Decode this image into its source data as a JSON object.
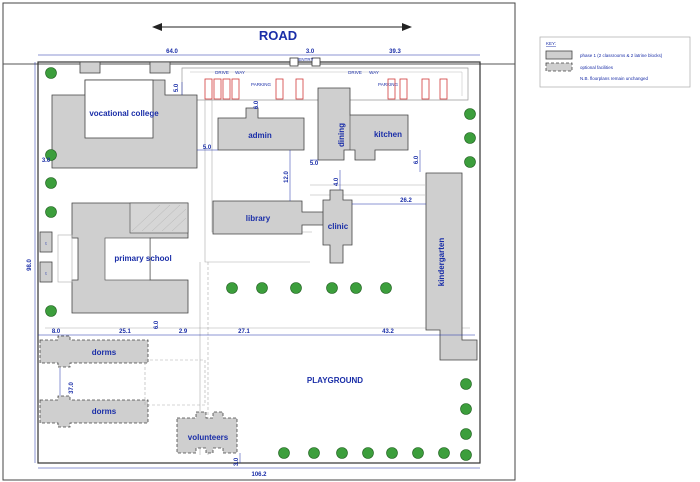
{
  "header": {
    "road": "ROAD"
  },
  "key": {
    "title": "KEY:",
    "items": [
      {
        "label": "phase 1 (2 classrooms & 2 latrine blocks)"
      },
      {
        "label": "optional facilities"
      },
      {
        "label": "N.B. floorplans remain unchanged"
      }
    ]
  },
  "buildings": {
    "vocational_college": "vocational college",
    "admin": "admin",
    "dining": "dining",
    "kitchen": "kitchen",
    "library": "library",
    "clinic": "clinic",
    "primary_school": "primary school",
    "kindergarten": "kindergarten",
    "dorms_1": "dorms",
    "dorms_2": "dorms",
    "volunteers": "volunteers",
    "playground": "PLAYGROUND",
    "toilet_1": "t",
    "toilet_2": "t"
  },
  "driveway": {
    "drive_left": "DRIVE",
    "way_left": "WAY",
    "drive_right": "DRIVE",
    "way_right": "WAY",
    "parking_left": "PARKING",
    "parking_right": "PARKING",
    "entry": "ENTRY"
  },
  "dimensions": {
    "top_left": "64.0",
    "top_mid": "3.0",
    "top_right": "39.3",
    "d_5_0a": "5.0",
    "d_3_0_left": "3.0",
    "d_5_0b": "5.0",
    "d_6_0_admin": "6.0",
    "d_12_0": "12.0",
    "d_5_0c": "5.0",
    "d_4_0": "4.0",
    "d_6_0_kitchen": "6.0",
    "d_26_2": "26.2",
    "d_98_0": "98.0",
    "d_8_0": "8.0",
    "d_25_1": "25.1",
    "d_6_0_school": "6.0",
    "d_2_9": "2.9",
    "d_27_1": "27.1",
    "d_43_2": "43.2",
    "d_37_0": "37.0",
    "d_3_0_vol": "3.0",
    "bottom": "106.2"
  }
}
